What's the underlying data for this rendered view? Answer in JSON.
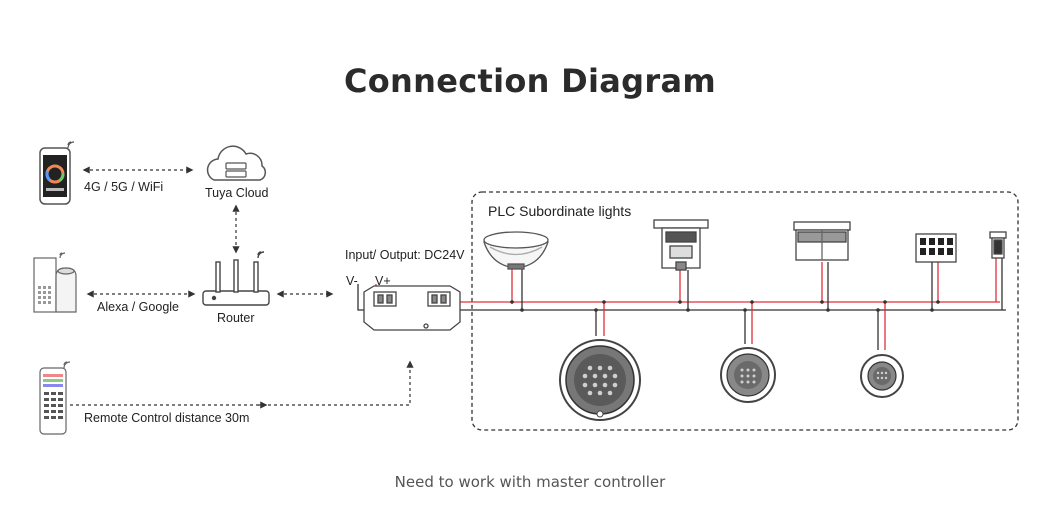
{
  "title": "Connection Diagram",
  "footer": "Need to work with master controller",
  "labels": {
    "phone_link": "4G / 5G / WiFi",
    "cloud": "Tuya Cloud",
    "speaker_link": "Alexa / Google",
    "router": "Router",
    "remote_link": "Remote Control distance 30m",
    "io": "Input/ Output: DC24V",
    "v_minus": "V-",
    "v_plus": "V+",
    "group": "PLC Subordinate lights"
  },
  "colors": {
    "wire_positive": "#e0303a",
    "wire_negative": "#333333",
    "device_outline": "#444444",
    "dashed": "#333333"
  }
}
